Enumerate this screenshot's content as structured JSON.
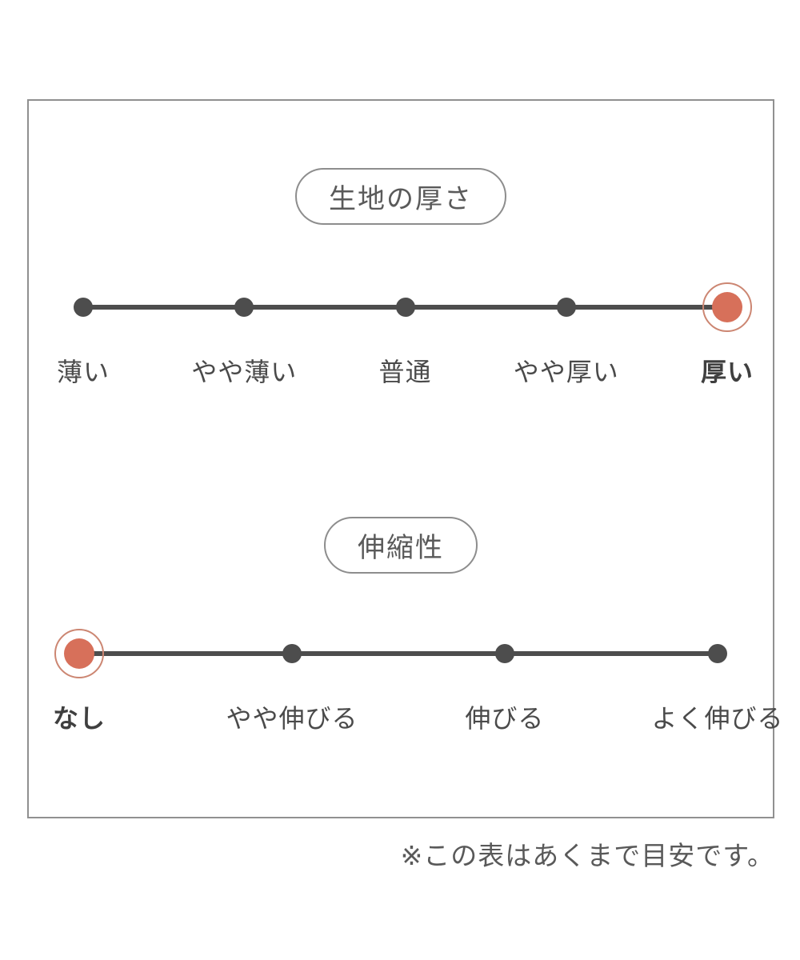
{
  "colors": {
    "accent": "#d7705a",
    "accent_ring": "#cc8672",
    "line_color": "#4d4d4d",
    "label_text": "#4a4a4a",
    "title_text": "#5a5a5a",
    "pill_border": "#8d8d8d",
    "frame_border": "#909090",
    "footnote_text": "#595959"
  },
  "sections": [
    {
      "title": "生地の厚さ",
      "selected_value": "厚い",
      "options": [
        {
          "label": "薄い",
          "selected": false
        },
        {
          "label": "やや薄い",
          "selected": false
        },
        {
          "label": "普通",
          "selected": false
        },
        {
          "label": "やや厚い",
          "selected": false
        },
        {
          "label": "厚い",
          "selected": true
        }
      ]
    },
    {
      "title": "伸縮性",
      "selected_value": "なし",
      "options": [
        {
          "label": "なし",
          "selected": true
        },
        {
          "label": "やや伸びる",
          "selected": false
        },
        {
          "label": "伸びる",
          "selected": false
        },
        {
          "label": "よく伸びる",
          "selected": false
        }
      ]
    }
  ],
  "footnote": "※この表はあくまで目安です。"
}
